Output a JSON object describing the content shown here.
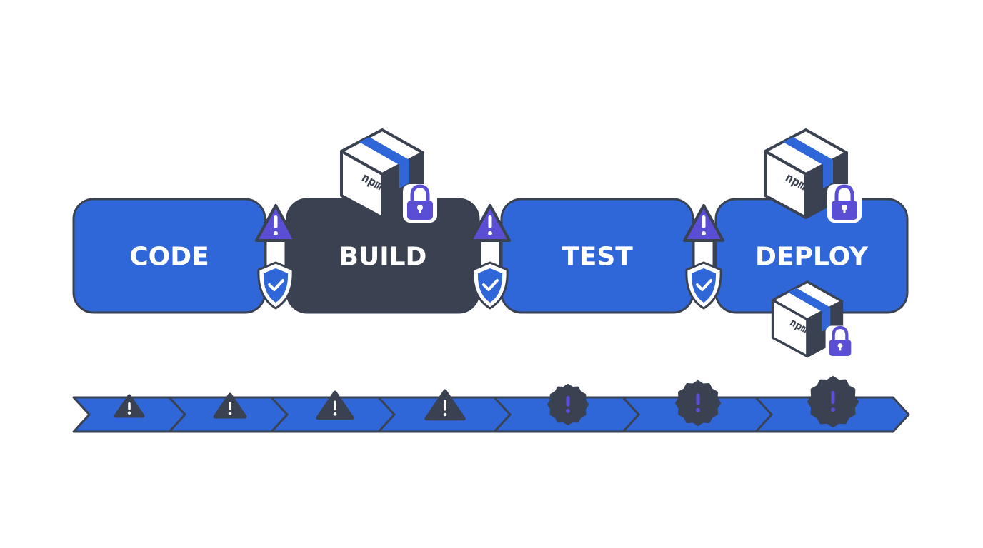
{
  "colors": {
    "blue": "#2f66d8",
    "dark": "#3a4150",
    "purple": "#5a4fd4",
    "white": "#ffffff"
  },
  "stages": [
    {
      "label": "CODE",
      "style": "blue"
    },
    {
      "label": "BUILD",
      "style": "dark"
    },
    {
      "label": "TEST",
      "style": "blue"
    },
    {
      "label": "DEPLOY",
      "style": "blue"
    }
  ],
  "connectors": [
    {
      "top_icon": "warning-triangle-icon",
      "bottom_icon": "shield-check-icon"
    },
    {
      "top_icon": "warning-triangle-icon",
      "bottom_icon": "shield-check-icon"
    },
    {
      "top_icon": "warning-triangle-icon",
      "bottom_icon": "shield-check-icon"
    }
  ],
  "packages": [
    {
      "logo_text": "npm",
      "icon": "package-box-icon",
      "lock_icon": "padlock-icon",
      "attached_to": "BUILD"
    },
    {
      "logo_text": "npm",
      "icon": "package-box-icon",
      "lock_icon": "padlock-icon",
      "attached_to": "DEPLOY"
    },
    {
      "logo_text": "npm",
      "icon": "package-box-icon",
      "lock_icon": "padlock-icon",
      "attached_to": "DEPLOY"
    }
  ],
  "timeline": {
    "segments": 7,
    "markers": [
      "warning-triangle-icon",
      "warning-triangle-icon",
      "warning-triangle-icon",
      "warning-triangle-icon",
      "alert-badge-icon",
      "alert-badge-icon",
      "alert-badge-icon"
    ]
  }
}
